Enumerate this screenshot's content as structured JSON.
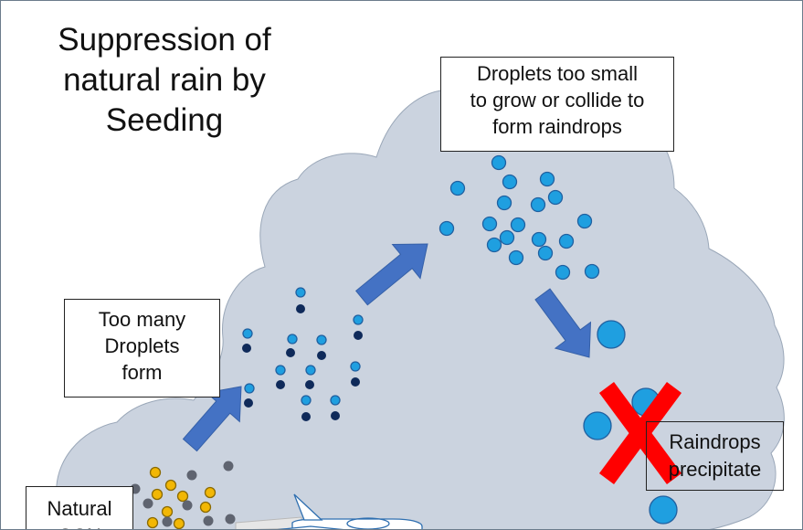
{
  "title": {
    "line1": "Suppression of",
    "line2": "natural rain by",
    "line3": "Seeding"
  },
  "labels": {
    "droplets_small": {
      "line1": "Droplets too small",
      "line2": "to grow or collide to",
      "line3": "form raindrops"
    },
    "too_many": {
      "line1": "Too many",
      "line2": "Droplets",
      "line3": "form"
    },
    "raindrops": {
      "line1": "Raindrops",
      "line2": "precipitate"
    },
    "natural": {
      "line1": "Natural",
      "line2": "CCN"
    }
  },
  "colors": {
    "cloud_fill": "#cbd3df",
    "cloud_stroke": "#9aa7b8",
    "arrow": "#4472c4",
    "droplet": "#1f9fe0",
    "droplet_stroke": "#2060a0",
    "nucleus": "#0f2a5a",
    "ccn_yellow": "#f2b705",
    "ccn_gray": "#5f6470",
    "cross": "#ff0000",
    "aircraft": "#2f6fb0"
  },
  "icons": {
    "cross": "x-mark-icon",
    "aircraft": "airplane-icon",
    "arrow": "block-arrow-icon"
  }
}
